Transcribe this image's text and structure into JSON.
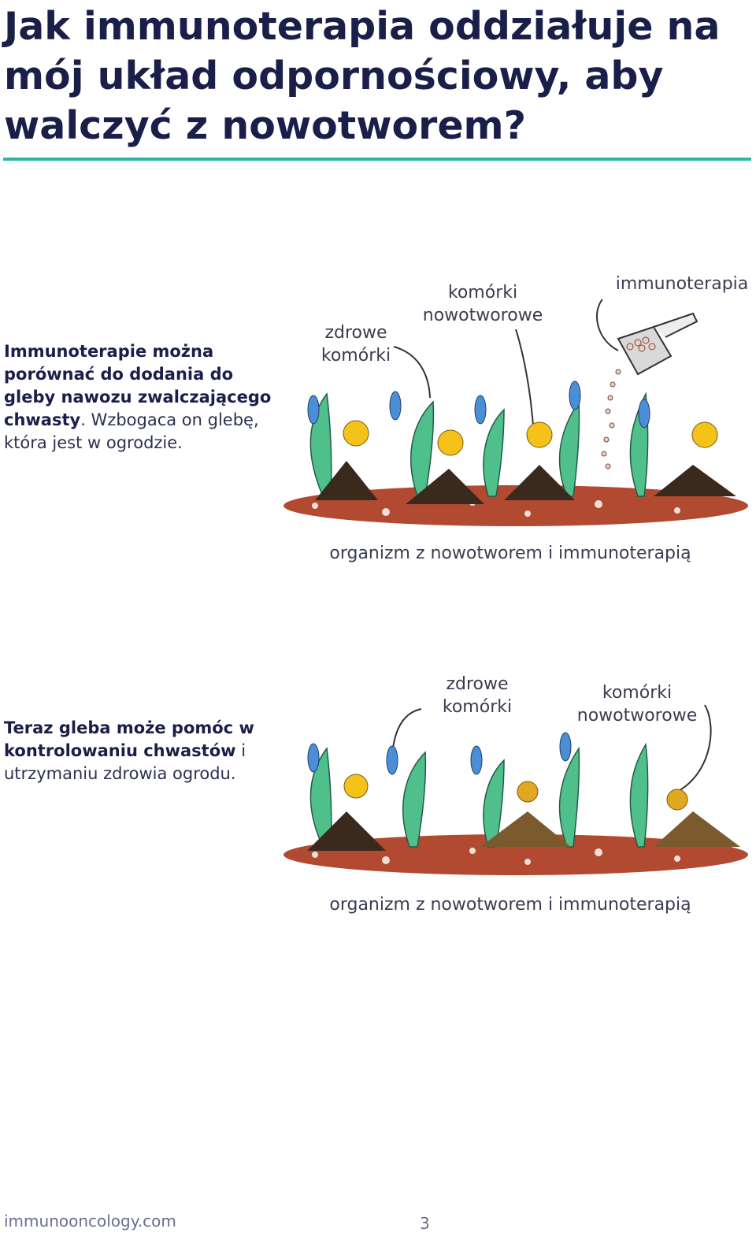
{
  "title": "Jak immunoterapia oddziałuje na mój układ odpornościowy, aby walczyć z nowotworem?",
  "section1": {
    "text_bold": "Immunoterapie można porównać do dodania do gleby nawozu zwalczającego chwasty",
    "text_regular": ". Wzbogaca on glebę, która jest w ogrodzie.",
    "label_healthy": "zdrowe\nkomórki",
    "label_cancer": "komórki\nnowotworowe",
    "label_immuno": "immunoterapia",
    "caption": "organizm z nowotworem i immunoterapią"
  },
  "section2": {
    "text_bold": "Teraz gleba może pomóc w kontrolowaniu chwastów",
    "text_regular": " i utrzymaniu zdrowia ogrodu.",
    "label_healthy": "zdrowe\nkomórki",
    "label_cancer": "komórki\nnowotworowe",
    "caption": "organizm z nowotworem i immunoterapią"
  },
  "footer": {
    "url": "immunooncology.com",
    "page": "3"
  },
  "colors": {
    "title": "#1a1f4a",
    "rule": "#2fb5a5",
    "soil": "#b24a32",
    "leaf": "#4fbf8c",
    "weed": "#3a2a1e",
    "flower": "#f5c21a",
    "bud": "#4a8fd6"
  }
}
